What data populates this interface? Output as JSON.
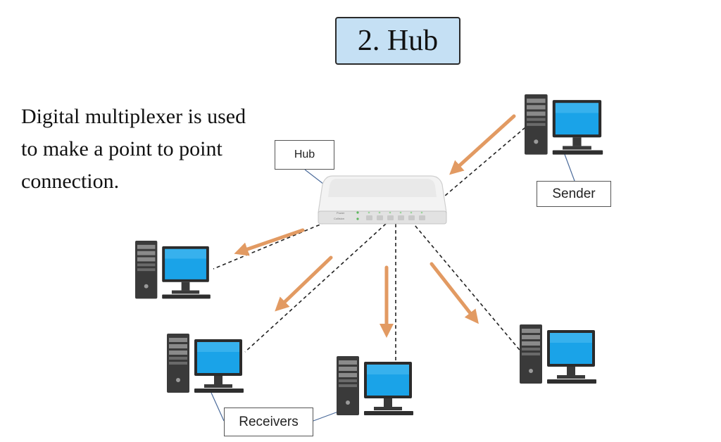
{
  "title": "2. Hub",
  "description": [
    "Digital multiplexer is used",
    "to make a point to point",
    "connection."
  ],
  "labels": {
    "hub": "Hub",
    "sender": "Sender",
    "receivers": "Receivers"
  },
  "hub_port_labels": [
    "Power",
    "Collision"
  ],
  "colors": {
    "title_bg": "#c5e0f4",
    "arrow": "#e29a62",
    "screen": "#1aa3e8",
    "tower": "#3a3a3a"
  },
  "nodes": [
    {
      "name": "computer-sender",
      "role": "sender",
      "icon": "desktop-computer-icon"
    },
    {
      "name": "computer-receiver-left",
      "role": "receiver",
      "icon": "desktop-computer-icon"
    },
    {
      "name": "computer-receiver-bottom-left",
      "role": "receiver",
      "icon": "desktop-computer-icon"
    },
    {
      "name": "computer-receiver-bottom-center",
      "role": "receiver",
      "icon": "desktop-computer-icon"
    },
    {
      "name": "computer-receiver-right",
      "role": "receiver",
      "icon": "desktop-computer-icon"
    }
  ]
}
